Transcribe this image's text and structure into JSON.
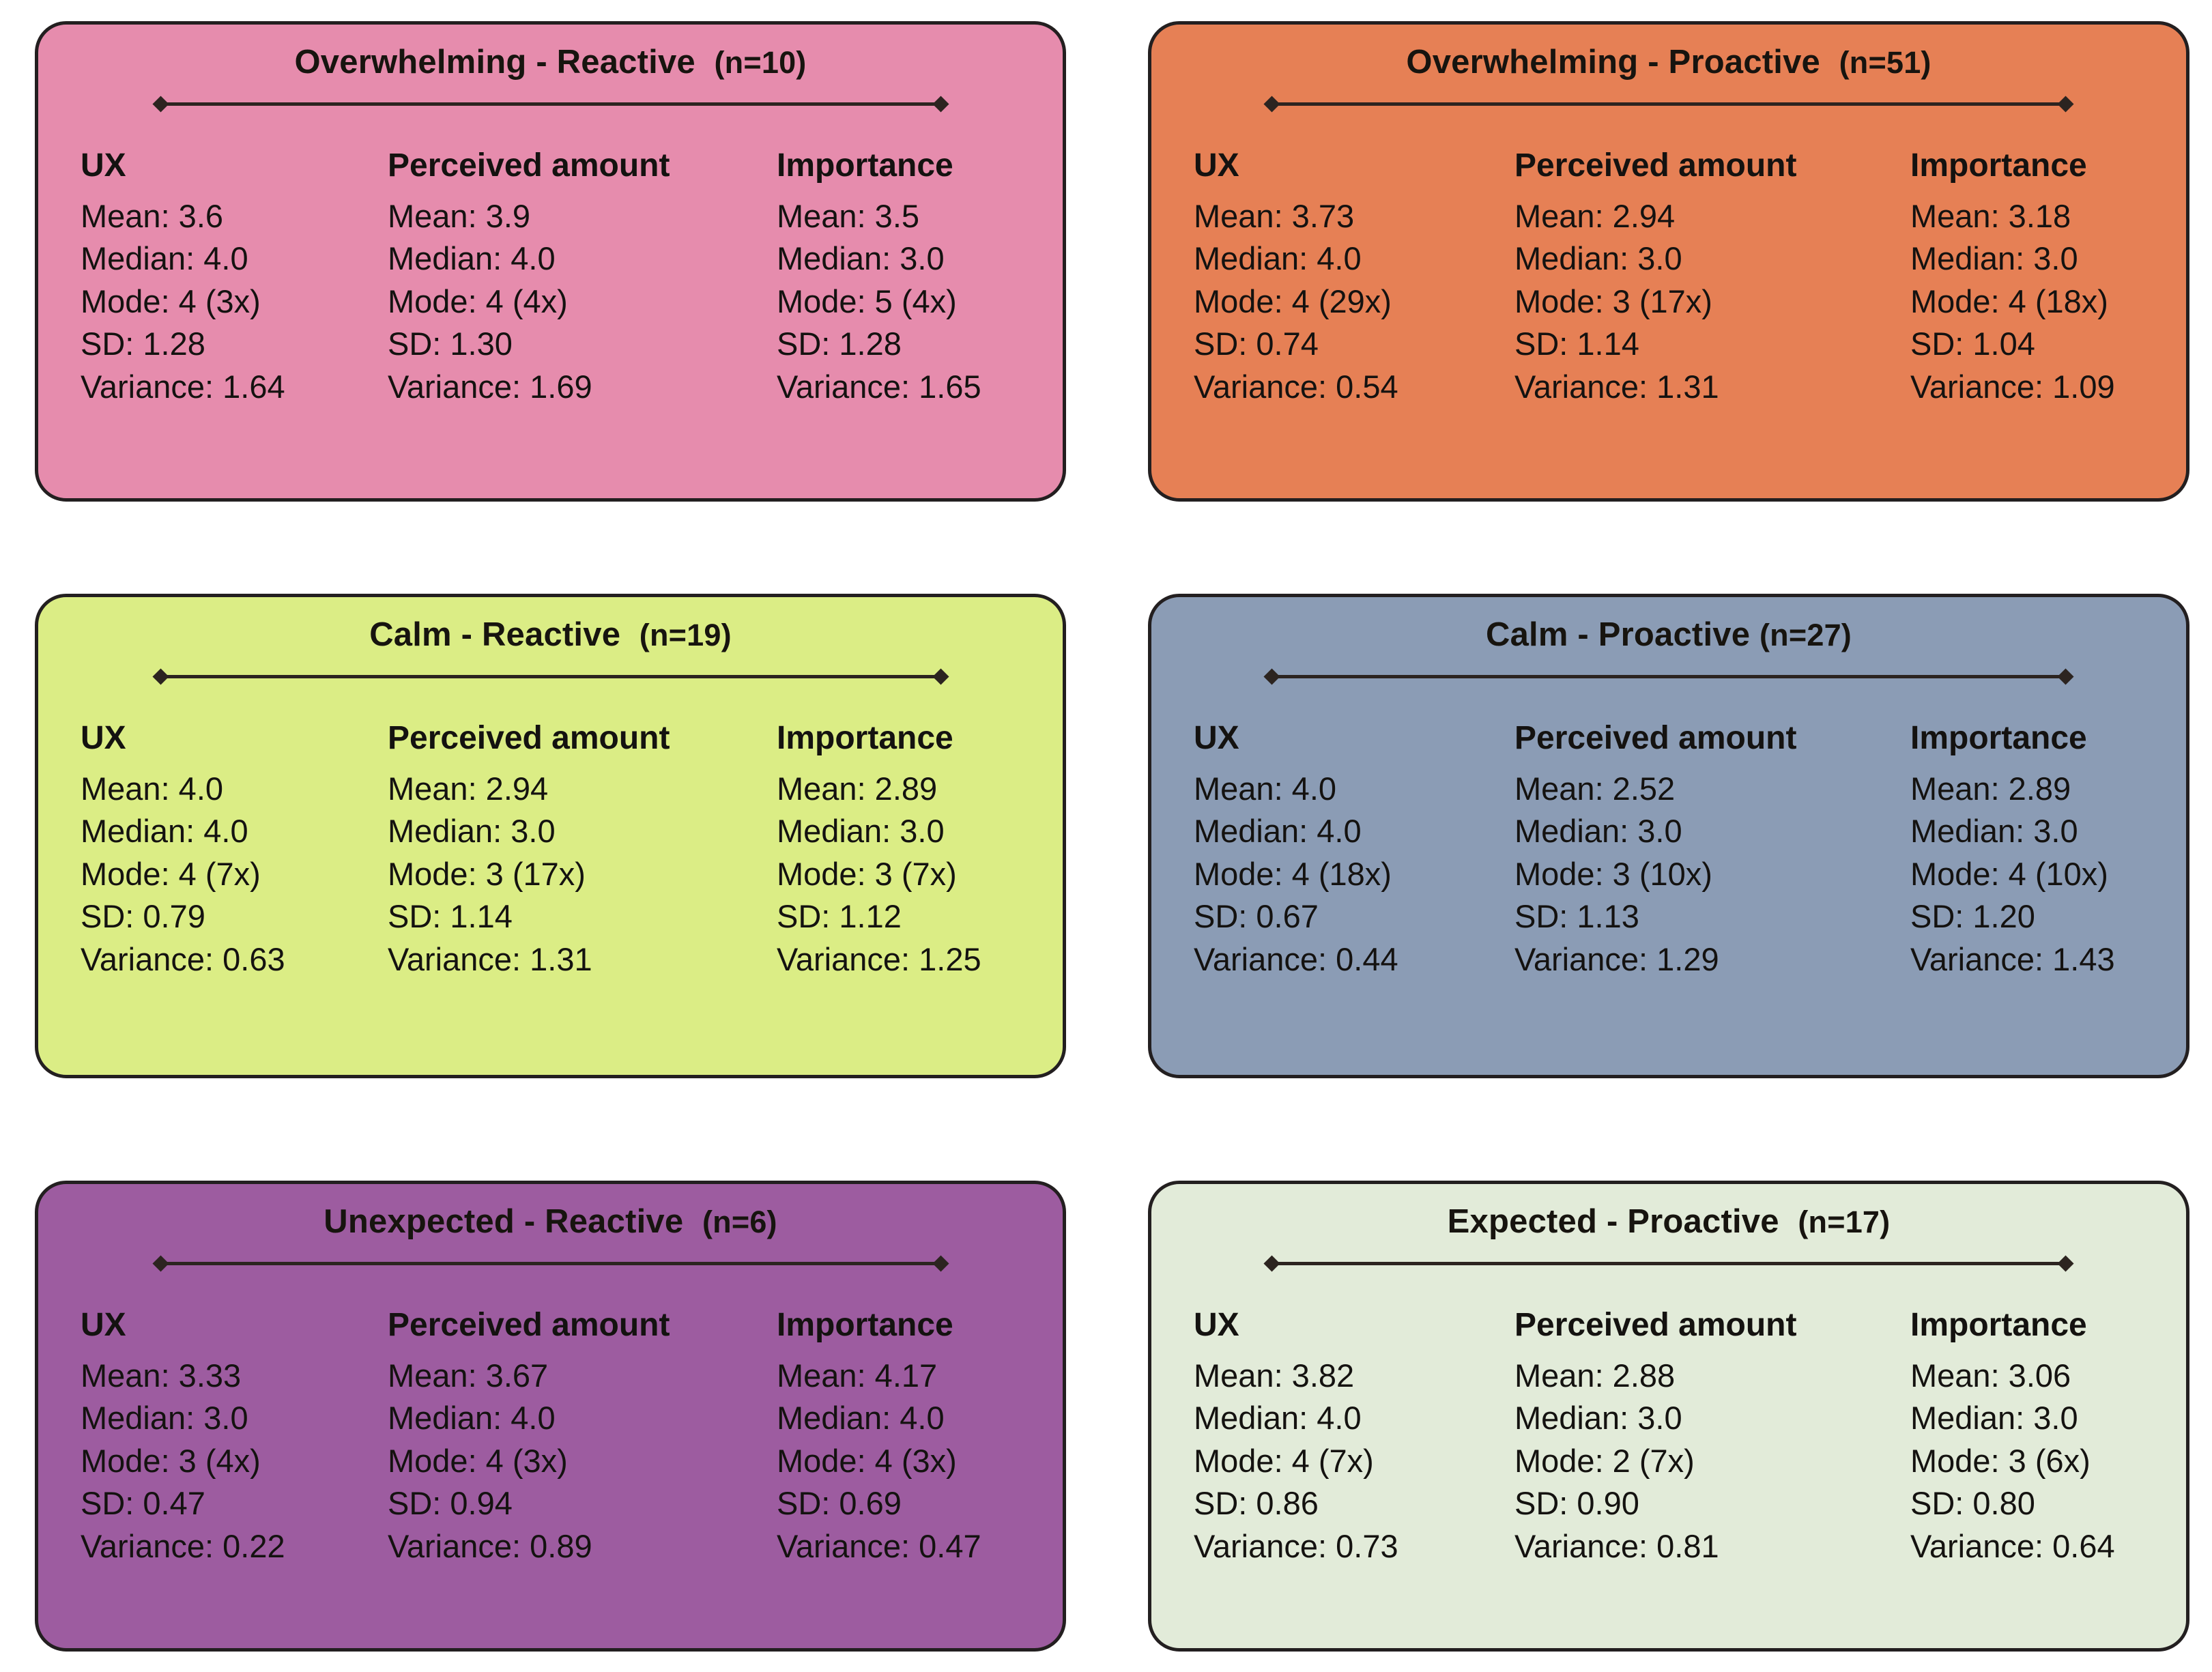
{
  "figure": {
    "column_headers": [
      "UX",
      "Perceived amount",
      "Importance"
    ],
    "stat_labels": [
      "Mean",
      "Median",
      "Mode",
      "SD",
      "Variance"
    ]
  },
  "cards": [
    {
      "id": "overwhelming-reactive",
      "title": "Overwhelming - Reactive",
      "n_label": "(n=10)",
      "color": "#e68cad",
      "border": "#231f20",
      "metrics": [
        {
          "name": "UX",
          "lines": [
            "Mean: 3.6",
            "Median: 4.0",
            "Mode: 4 (3x)",
            "SD: 1.28",
            "Variance: 1.64"
          ]
        },
        {
          "name": "Perceived amount",
          "lines": [
            "Mean: 3.9",
            "Median: 4.0",
            "Mode: 4 (4x)",
            "SD: 1.30",
            "Variance: 1.69"
          ]
        },
        {
          "name": "Importance",
          "lines": [
            "Mean: 3.5",
            "Median: 3.0",
            "Mode: 5 (4x)",
            "SD: 1.28",
            "Variance: 1.65"
          ]
        }
      ]
    },
    {
      "id": "overwhelming-proactive",
      "title": "Overwhelming - Proactive",
      "n_label": "(n=51)",
      "color": "#e68055",
      "border": "#231f20",
      "metrics": [
        {
          "name": "UX",
          "lines": [
            "Mean: 3.73",
            "Median: 4.0",
            "Mode: 4 (29x)",
            "SD: 0.74",
            "Variance: 0.54"
          ]
        },
        {
          "name": "Perceived amount",
          "lines": [
            "Mean: 2.94",
            "Median: 3.0",
            "Mode: 3 (17x)",
            "SD: 1.14",
            "Variance: 1.31"
          ]
        },
        {
          "name": "Importance",
          "lines": [
            "Mean: 3.18",
            "Median: 3.0",
            "Mode: 4 (18x)",
            "SD: 1.04",
            "Variance: 1.09"
          ]
        }
      ]
    },
    {
      "id": "calm-reactive",
      "title": "Calm - Reactive",
      "n_label": "(n=19)",
      "color": "#dbed85",
      "border": "#231f20",
      "metrics": [
        {
          "name": "UX",
          "lines": [
            "Mean: 4.0",
            "Median: 4.0",
            "Mode: 4 (7x)",
            "SD: 0.79",
            "Variance: 0.63"
          ]
        },
        {
          "name": "Perceived amount",
          "lines": [
            "Mean: 2.94",
            "Median: 3.0",
            "Mode: 3 (17x)",
            "SD: 1.14",
            "Variance: 1.31"
          ]
        },
        {
          "name": "Importance",
          "lines": [
            "Mean: 2.89",
            "Median: 3.0",
            "Mode: 3 (7x)",
            "SD: 1.12",
            "Variance: 1.25"
          ]
        }
      ]
    },
    {
      "id": "calm-proactive",
      "title": "Calm - Proactive",
      "n_label": "(n=27)",
      "color": "#8b9cb5",
      "border": "#231f20",
      "metrics": [
        {
          "name": "UX",
          "lines": [
            "Mean: 4.0",
            "Median: 4.0",
            "Mode: 4 (18x)",
            "SD: 0.67",
            "Variance: 0.44"
          ]
        },
        {
          "name": "Perceived amount",
          "lines": [
            "Mean: 2.52",
            "Median: 3.0",
            "Mode: 3 (10x)",
            "SD: 1.13",
            "Variance: 1.29"
          ]
        },
        {
          "name": "Importance",
          "lines": [
            "Mean: 2.89",
            "Median: 3.0",
            "Mode: 4 (10x)",
            "SD: 1.20",
            "Variance: 1.43"
          ]
        }
      ]
    },
    {
      "id": "unexpected-reactive",
      "title": "Unexpected - Reactive",
      "n_label": "(n=6)",
      "color": "#9d5ca0",
      "border": "#231f20",
      "metrics": [
        {
          "name": "UX",
          "lines": [
            "Mean: 3.33",
            "Median: 3.0",
            "Mode: 3 (4x)",
            "SD: 0.47",
            "Variance: 0.22"
          ]
        },
        {
          "name": "Perceived amount",
          "lines": [
            "Mean: 3.67",
            "Median: 4.0",
            "Mode: 4 (3x)",
            "SD: 0.94",
            "Variance: 0.89"
          ]
        },
        {
          "name": "Importance",
          "lines": [
            "Mean: 4.17",
            "Median: 4.0",
            "Mode: 4 (3x)",
            "SD: 0.69",
            "Variance: 0.47"
          ]
        }
      ]
    },
    {
      "id": "expected-proactive",
      "title": "Expected - Proactive",
      "n_label": "(n=17)",
      "color": "#e2ebd9",
      "border": "#231f20",
      "metrics": [
        {
          "name": "UX",
          "lines": [
            "Mean: 3.82",
            "Median: 4.0",
            "Mode: 4 (7x)",
            "SD: 0.86",
            "Variance: 0.73"
          ]
        },
        {
          "name": "Perceived amount",
          "lines": [
            "Mean: 2.88",
            "Median: 3.0",
            "Mode: 2 (7x)",
            "SD: 0.90",
            "Variance: 0.81"
          ]
        },
        {
          "name": "Importance",
          "lines": [
            "Mean: 3.06",
            "Median: 3.0",
            "Mode: 3 (6x)",
            "SD: 0.80",
            "Variance: 0.64"
          ]
        }
      ]
    }
  ]
}
